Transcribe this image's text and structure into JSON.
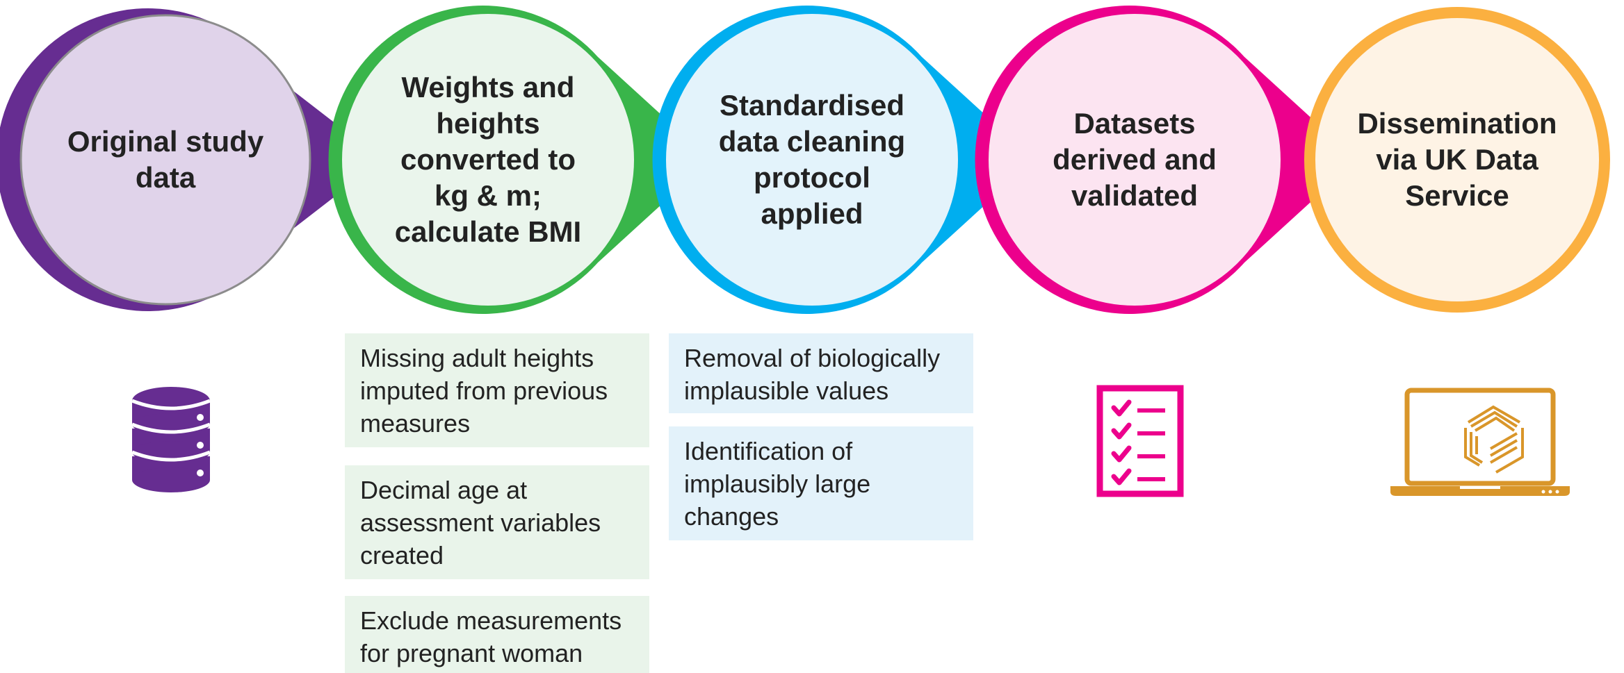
{
  "stages": [
    {
      "label": "Original study\ndata",
      "color": "#662d91",
      "fill": "#e0d3ea"
    },
    {
      "label": "Weights and\nheights\nconverted to\nkg & m;\ncalculate BMI",
      "color": "#39b54a",
      "fill": "#eaf5ec"
    },
    {
      "label": "Standardised\ndata cleaning\nprotocol\napplied",
      "color": "#00aeef",
      "fill": "#e3f3fb"
    },
    {
      "label": "Datasets\nderived and\nvalidated",
      "color": "#ec008c",
      "fill": "#fce4f1"
    },
    {
      "label": "Dissemination\nvia UK Data\nService",
      "color": "#fbb040",
      "fill": "#fef3e5"
    }
  ],
  "notes": {
    "green": [
      {
        "text": "Missing adult heights\nimputed from previous\nmeasures"
      },
      {
        "text": "Decimal age at\nassessment variables\ncreated"
      },
      {
        "text": "Exclude measurements\nfor pregnant woman"
      }
    ],
    "blue": [
      {
        "text": "Removal of biologically\nimplausible values"
      },
      {
        "text": "Identification of\nimplausibly large\nchanges"
      }
    ]
  },
  "icons": {
    "database": {
      "name": "database-icon",
      "color": "#662d91"
    },
    "checklist": {
      "name": "checklist-icon",
      "color": "#ec008c"
    },
    "laptop": {
      "name": "laptop-icon",
      "color": "#d9962a"
    }
  }
}
